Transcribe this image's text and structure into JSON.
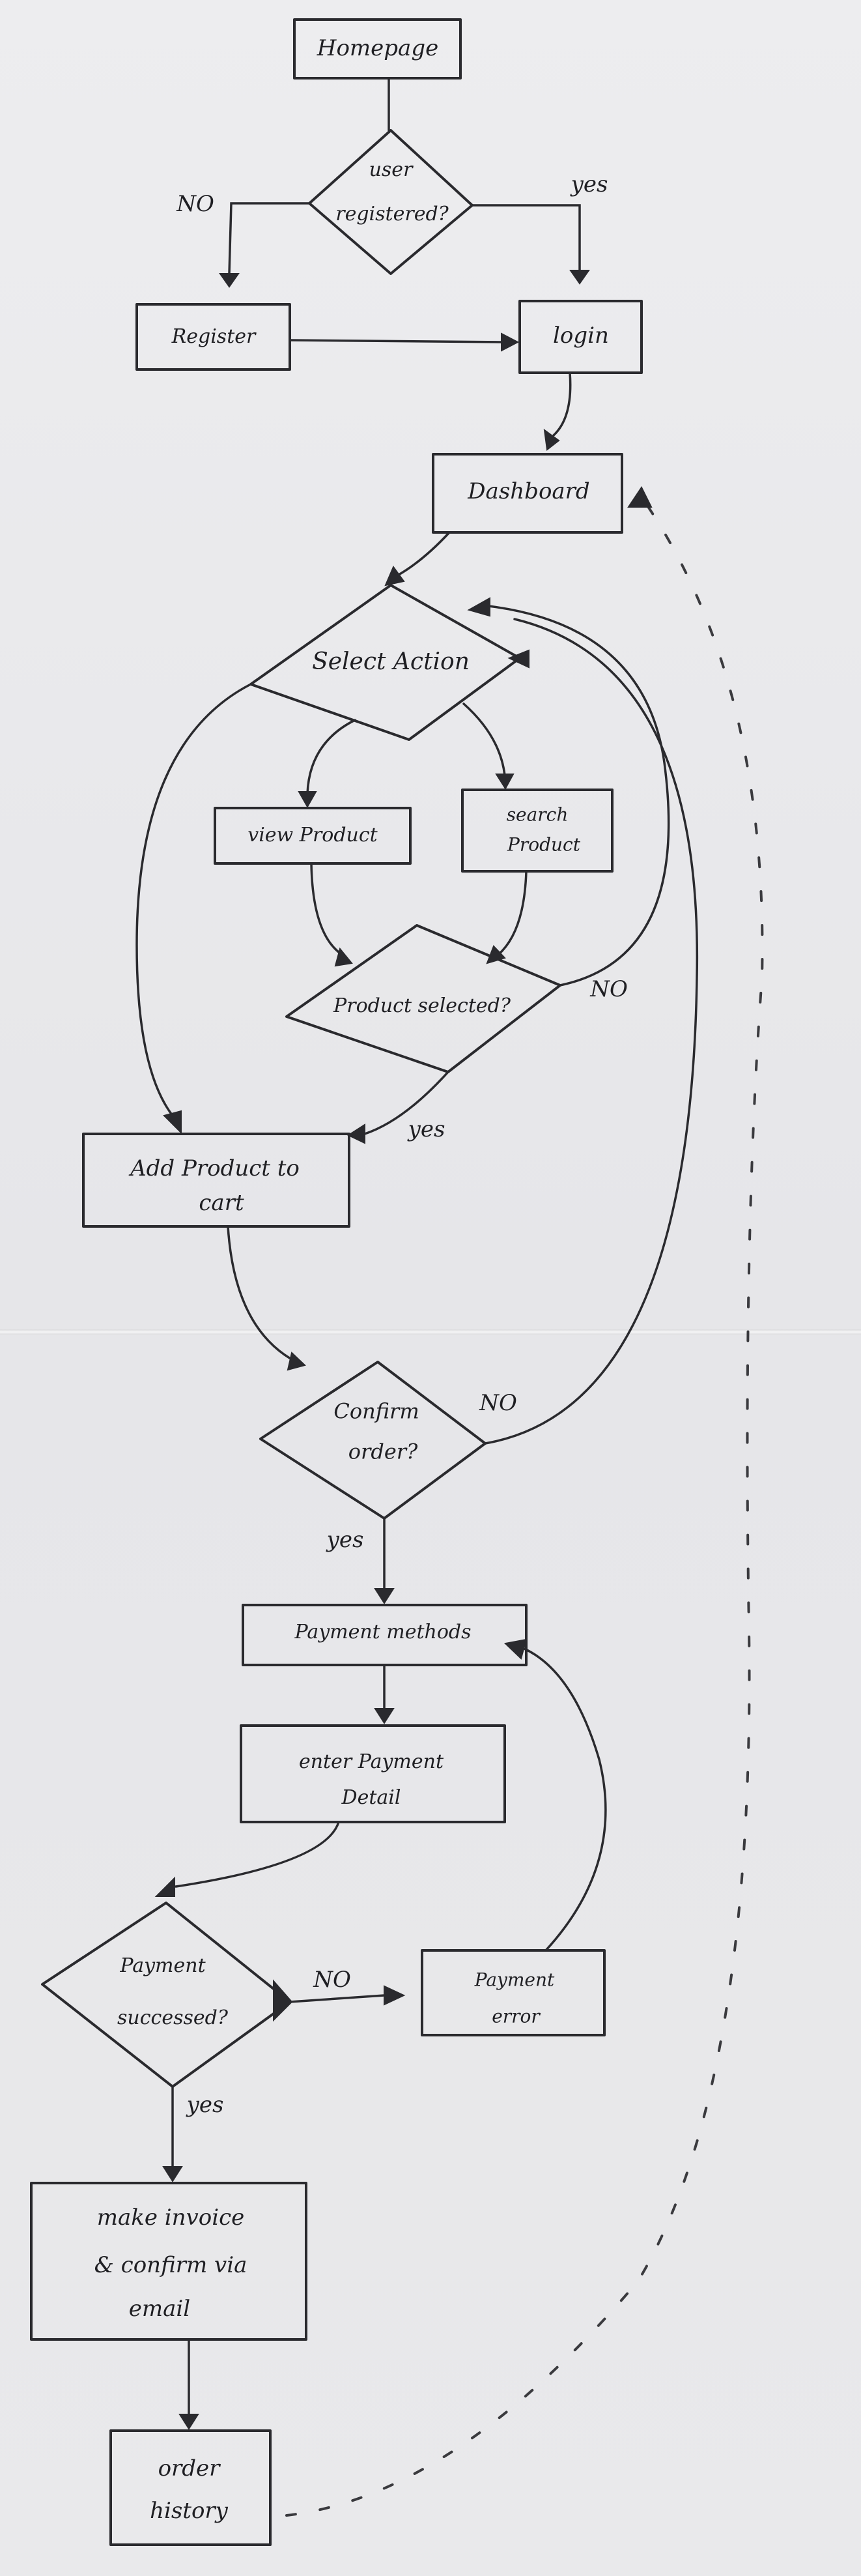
{
  "nodes": {
    "homepage": "Homepage",
    "user_registered": [
      "user",
      "registered?"
    ],
    "register": "Register",
    "login": "login",
    "dashboard": "Dashboard",
    "select_action": "Select Action",
    "view_product": "view Product",
    "search_product": [
      "search",
      "Product"
    ],
    "product_selected": "Product selected?",
    "add_to_cart": [
      "Add Product to",
      "cart"
    ],
    "confirm_order": [
      "Confirm",
      "order?"
    ],
    "payment_methods": "Payment methods",
    "enter_payment_detail": [
      "enter Payment",
      "Detail"
    ],
    "payment_successed": [
      "Payment",
      "successed?"
    ],
    "payment_error": [
      "Payment",
      "error"
    ],
    "make_invoice": [
      "make invoice",
      "& confirm via",
      "email"
    ],
    "order_history": [
      "order",
      "history"
    ]
  },
  "edge_labels": {
    "registered_no": "NO",
    "registered_yes": "yes",
    "selected_no": "NO",
    "selected_yes": "yes",
    "confirm_no": "NO",
    "confirm_yes": "yes",
    "payment_no": "NO",
    "payment_yes": "yes"
  }
}
